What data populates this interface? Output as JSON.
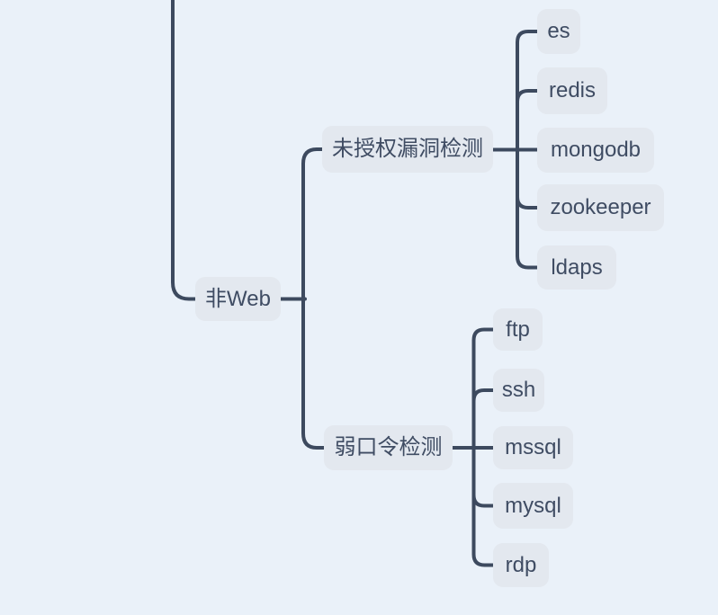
{
  "style": {
    "background": "#eaf1f9",
    "node_fill": "#e3e8ef",
    "line_color": "#3d4a5f",
    "text_color": "#3f4c63"
  },
  "tree": {
    "trunk": {
      "label": "非Web"
    },
    "branches": [
      {
        "label": "未授权漏洞检测",
        "children": [
          "es",
          "redis",
          "mongodb",
          "zookeeper",
          "ldaps"
        ]
      },
      {
        "label": "弱口令检测",
        "children": [
          "ftp",
          "ssh",
          "mssql",
          "mysql",
          "rdp"
        ]
      }
    ]
  }
}
